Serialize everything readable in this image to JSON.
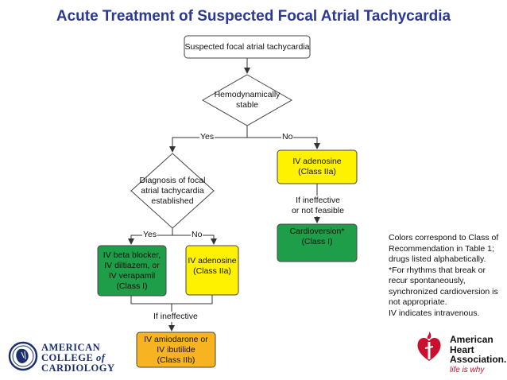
{
  "title": "Acute Treatment of Suspected Focal Atrial Tachycardia",
  "nodes": {
    "start": "Suspected focal atrial tachycardia",
    "hemo": "Hemodynamically\nstable",
    "diagnosis": "Diagnosis of focal\natrial tachycardia\nestablished",
    "adenosine_right": "IV adenosine\n(Class IIa)",
    "cardioversion": "Cardioversion*\n(Class I)",
    "beta_blocker": "IV beta blocker,\nIV diltiazem, or\nIV verapamil\n(Class I)",
    "adenosine_mid": "IV adenosine\n(Class IIa)",
    "amiodarone": "IV amiodarone or\nIV ibutilide\n(Class IIb)"
  },
  "edges": {
    "hemo_yes": "Yes",
    "hemo_no": "No",
    "dx_yes": "Yes",
    "dx_no": "No",
    "if_ineffective_not_feasible": "If ineffective\nor not feasible",
    "if_ineffective": "If ineffective"
  },
  "legend": {
    "line1": "Colors correspond to Class of Recommendation in Table 1; drugs listed alphabetically.",
    "line2": "*For rhythms that break or recur spontaneously, synchronized cardioversion is not appropriate.",
    "line3": "IV indicates intravenous."
  },
  "logos": {
    "acc_line1": "AMERICAN",
    "acc_line2a": "COLLEGE",
    "acc_line2b": "of",
    "acc_line3": "CARDIOLOGY",
    "aha_line1": "American",
    "aha_line2": "Heart",
    "aha_line3": "Association.",
    "aha_tagline": "life is why"
  },
  "colors": {
    "class_I": "#1e9e48",
    "class_IIa": "#fff200",
    "class_IIb": "#f7b320",
    "title": "#2b3990",
    "acc_navy": "#1b2f6e",
    "aha_red": "#c8102e"
  }
}
